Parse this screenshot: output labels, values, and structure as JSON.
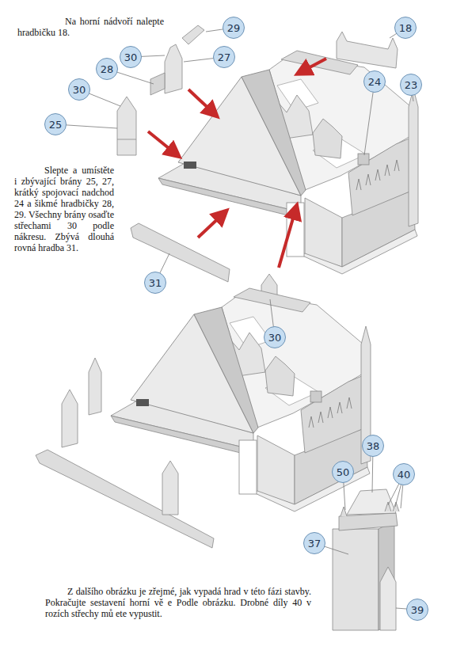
{
  "diagram": {
    "nodes": [
      {
        "text": [
          "29"
        ]
      },
      {
        "text": [
          "18"
        ]
      },
      {
        "text": [
          "30"
        ]
      },
      {
        "text": [
          "27"
        ]
      },
      {
        "text": [
          "28"
        ]
      },
      {
        "text": [
          "30"
        ]
      },
      {
        "text": [
          "24"
        ]
      },
      {
        "text": [
          "23"
        ]
      },
      {
        "text": [
          "25"
        ]
      },
      {
        "text": [
          "31"
        ]
      },
      {
        "text": [
          "30"
        ]
      },
      {
        "text": [
          "38"
        ]
      },
      {
        "text": [
          "50"
        ]
      },
      {
        "text": [
          "40"
        ]
      },
      {
        "text": [
          "37"
        ]
      },
      {
        "text": [
          "39"
        ]
      }
    ],
    "labels": [
      "Na horní nádvoří nalepte hradbičku 18.",
      "Slepte a umístěte i zbývající brány 25, 27, krátký spojovací nadchod 24 a šikmé hradbičky 28, 29. Všechny brány osaďte střechami 30 podle nákresu. Zbývá dlouhá rovná hradba 31.",
      "Z dalšího obrázku je zřejmé, jak vypadá hrad v této fázi stavby. Pokračujte sestavení horní vě e Podle obrázku. Drobné díly 40 v rozích střechy mů ete vypustit."
    ]
  }
}
